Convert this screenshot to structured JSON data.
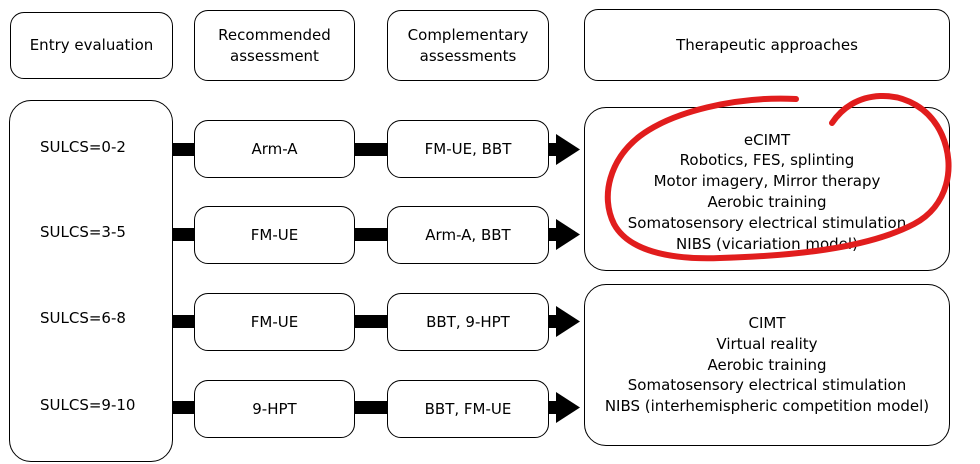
{
  "headers": {
    "entry": "Entry evaluation",
    "recommended": "Recommended\nassessment",
    "complementary": "Complementary\nassessments",
    "therapeutic": "Therapeutic approaches"
  },
  "rows": [
    {
      "score": "SULCS=0-2",
      "recommended": "Arm-A",
      "complementary": "FM-UE, BBT"
    },
    {
      "score": "SULCS=3-5",
      "recommended": "FM-UE",
      "complementary": "Arm-A, BBT"
    },
    {
      "score": "SULCS=6-8",
      "recommended": "FM-UE",
      "complementary": "BBT, 9-HPT"
    },
    {
      "score": "SULCS=9-10",
      "recommended": "9-HPT",
      "complementary": "BBT, FM-UE"
    }
  ],
  "approaches": {
    "group1": [
      "eCIMT",
      "Robotics, FES, splinting",
      "Motor imagery, Mirror therapy",
      "Aerobic training",
      "Somatosensory electrical stimulation",
      "NIBS (vicariation model)"
    ],
    "group2": [
      "CIMT",
      "Virtual reality",
      "Aerobic training",
      "Somatosensory electrical stimulation",
      "NIBS (interhemispheric competition model)"
    ]
  },
  "colors": {
    "highlight": "#e11d1d",
    "stroke": "#000000"
  }
}
